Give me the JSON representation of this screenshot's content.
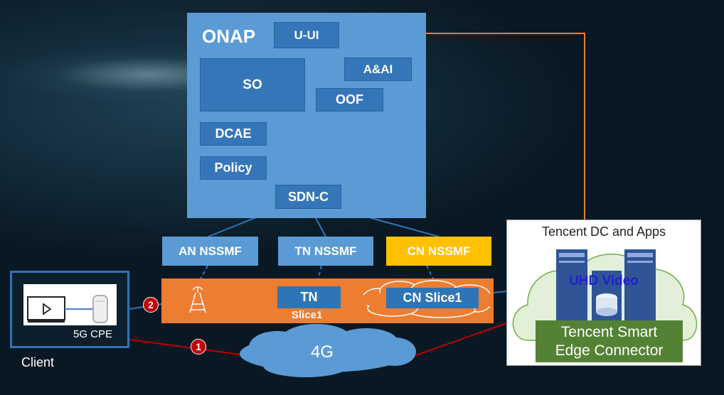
{
  "onap": {
    "title": "ONAP",
    "components": {
      "uui": "U-UI",
      "aai": "A&AI",
      "so": "SO",
      "oof": "OOF",
      "dcae": "DCAE",
      "policy": "Policy",
      "sdnc": "SDN-C"
    }
  },
  "nssmf": {
    "an": "AN NSSMF",
    "tn": "TN NSSMF",
    "cn": "CN NSSMF"
  },
  "slices": {
    "tn_label": "TN",
    "tn_sub": "Slice1",
    "cn_label": "CN Slice1"
  },
  "network": {
    "cloud_4g": "4G",
    "path_1": "1",
    "path_2": "2"
  },
  "client": {
    "device": "5G CPE",
    "caption": "Client",
    "play_icon": "play-icon"
  },
  "tencent": {
    "title": "Tencent DC and Apps",
    "video": "UHD Video",
    "connector_line1": "Tencent Smart",
    "connector_line2": "Edge Connector"
  },
  "colors": {
    "onap_bg": "#5b9bd5",
    "component_bg": "#3576b8",
    "cn_nssmf_bg": "#ffc000",
    "band_bg": "#ed7d31",
    "connector_bg": "#548235",
    "arrow_orange": "#ed7d31",
    "link_red": "#c00000",
    "video_text": "#1f1fd0"
  }
}
